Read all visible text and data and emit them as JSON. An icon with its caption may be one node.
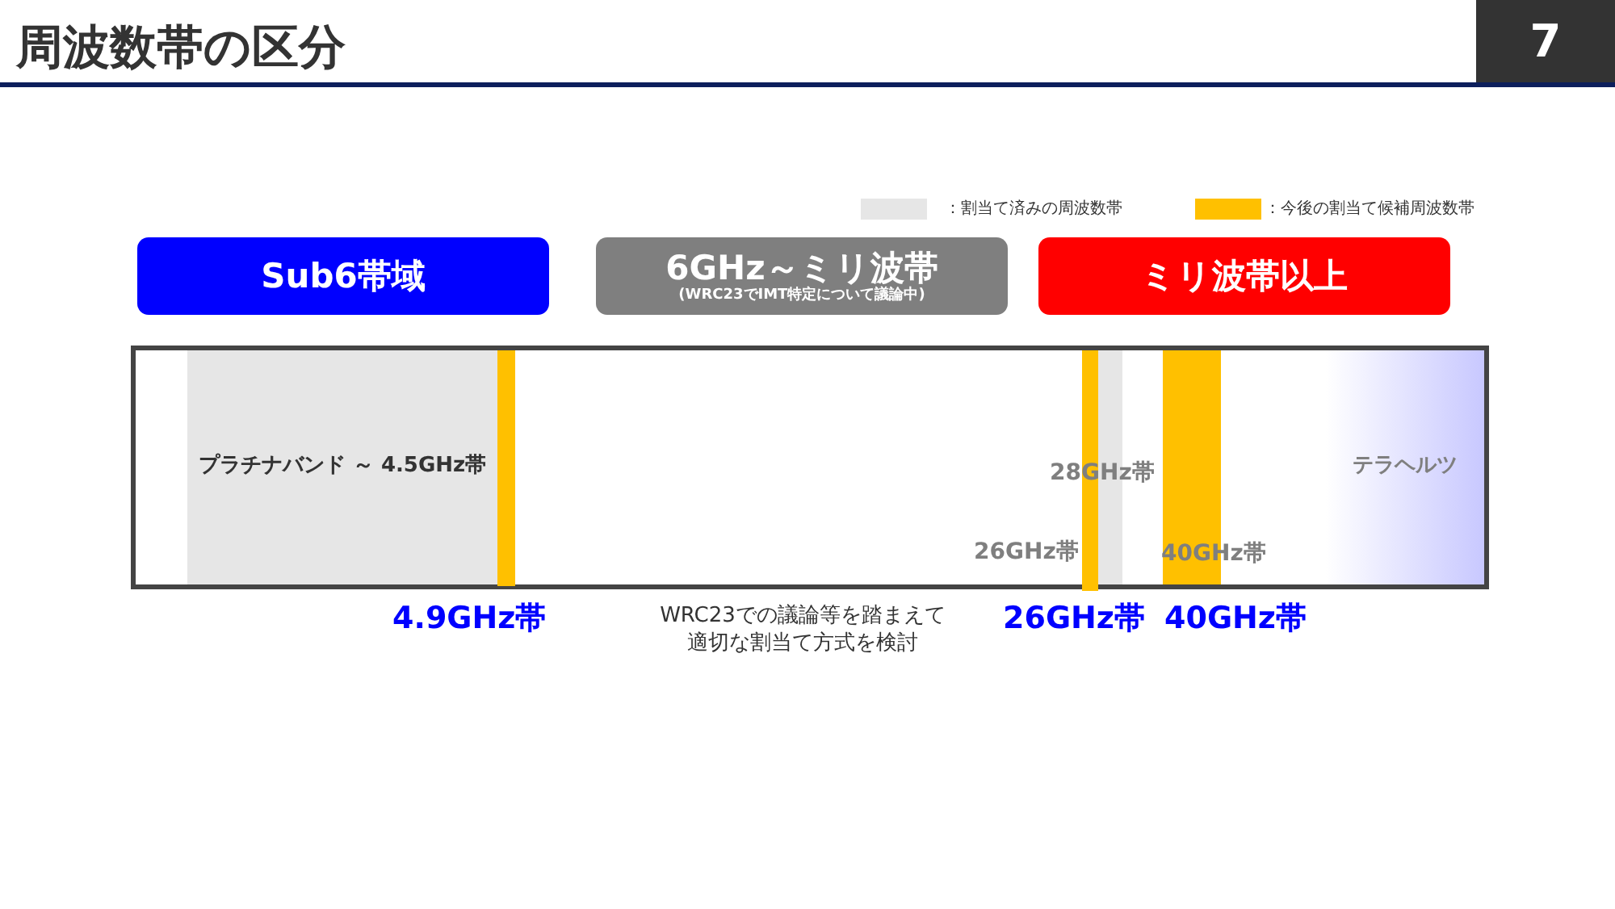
{
  "diagram": {
    "title": "周波数帯の区分",
    "nodes": [
      {
        "text": [
          "Sub6帯域"
        ]
      },
      {
        "text": [
          "6GHz～ミリ波帯",
          "(WRC23でIMT特定について議論中)"
        ]
      },
      {
        "text": [
          "ミリ波帯以上"
        ]
      },
      {
        "text": [],
        "shape": "box"
      },
      {
        "text": [
          "プラチナバンド ～ 4.5GHz帯"
        ],
        "in": 3
      },
      {
        "text": [
          "テラヘルツ"
        ],
        "in": 3
      },
      {
        "text": [],
        "shape": "bar",
        "in": 3
      },
      {
        "text": [],
        "shape": "bar",
        "in": 3
      },
      {
        "text": [],
        "shape": "bar",
        "in": 3
      },
      {
        "text": [],
        "shape": "bar",
        "in": 3
      }
    ],
    "edges": [],
    "labels": [
      "7",
      "28GHz帯",
      "26GHz帯",
      "40GHz帯",
      "4.9GHz帯",
      "WRC23での議論等を踏まえて適切な割当て方式を検討",
      "26GHz帯",
      "40GHz帯"
    ],
    "legend": [
      {
        "text": "：割当て済みの周波数帯",
        "color": "#e6e6e6"
      },
      {
        "text": "：今後の割当て候補周波数帯",
        "color": "#ffc000"
      }
    ]
  }
}
